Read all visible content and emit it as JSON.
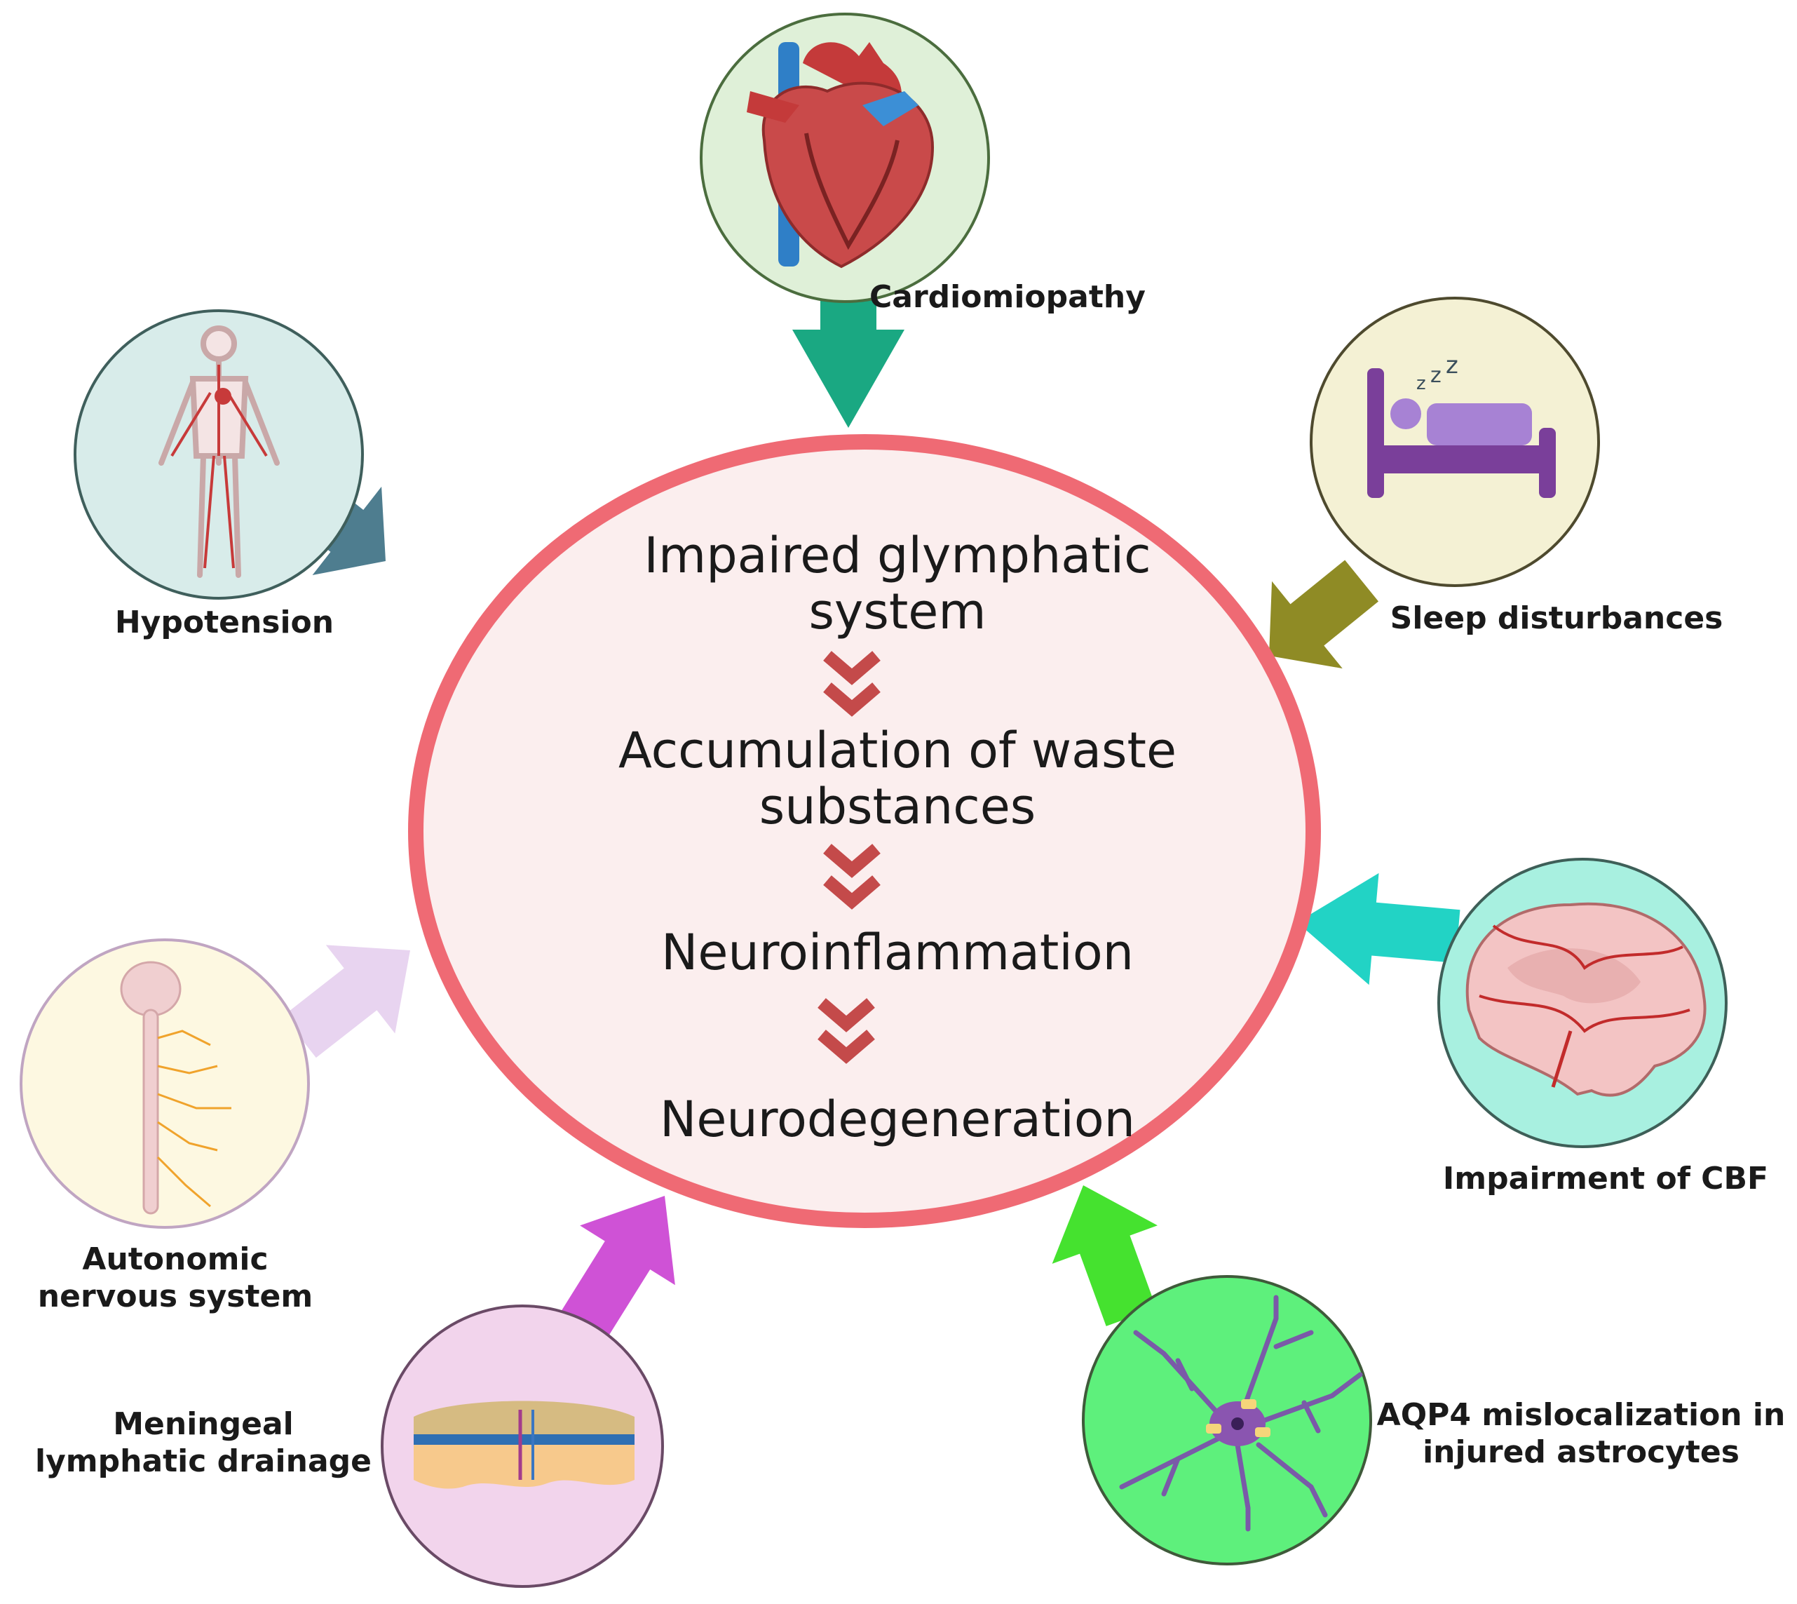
{
  "center": {
    "line1a": "Impaired glymphatic",
    "line1b": "system",
    "line2a": "Accumulation of waste",
    "line2b": "substances",
    "line3": "Neuroinflammation",
    "line4": "Neurodegeneration"
  },
  "factors": {
    "cardio": "Cardiomiopathy",
    "hypo": "Hypotension",
    "sleep": "Sleep disturbances",
    "cbf": "Impairment of CBF",
    "ans_a": "Autonomic",
    "ans_b": "nervous system",
    "mening_a": "Meningeal",
    "mening_b": "lymphatic drainage",
    "aqp_a": "AQP4 mislocalization in",
    "aqp_b": "injured astrocytes"
  },
  "colors": {
    "ring": "#ef6a74",
    "ring_fill": "#fbeeee",
    "cardio_arrow": "#1aa882",
    "hypo_arrow": "#4e7d8f",
    "sleep_arrow": "#8f8b25",
    "cbf_arrow": "#22d3c5",
    "ans_arrow": "#e8d4f0",
    "mening_arrow": "#cf52d6",
    "aqp_arrow": "#45e22f",
    "chevron": "#c44a4a"
  }
}
